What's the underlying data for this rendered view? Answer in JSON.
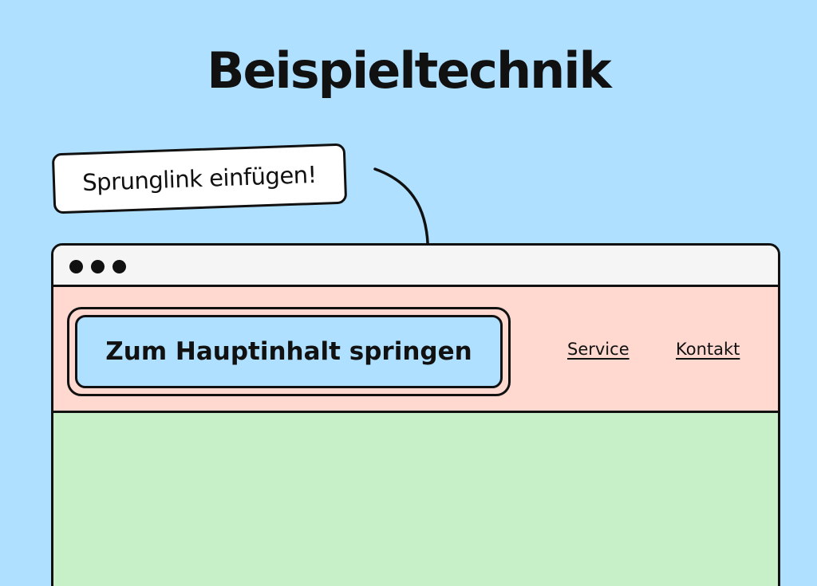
{
  "headline": "Beispieltechnik",
  "callout": {
    "text": "Sprunglink einfügen!"
  },
  "browser": {
    "window_dots": 3,
    "skip_link_label": "Zum Hauptinhalt springen",
    "nav": [
      {
        "label": "Service"
      },
      {
        "label": "Kontakt"
      }
    ]
  },
  "colors": {
    "background": "#b0e0ff",
    "titlebar": "#f5f5f5",
    "header": "#ffd8d0",
    "skip_button": "#b0e0ff",
    "content": "#c8f0c8",
    "outline": "#111111"
  }
}
